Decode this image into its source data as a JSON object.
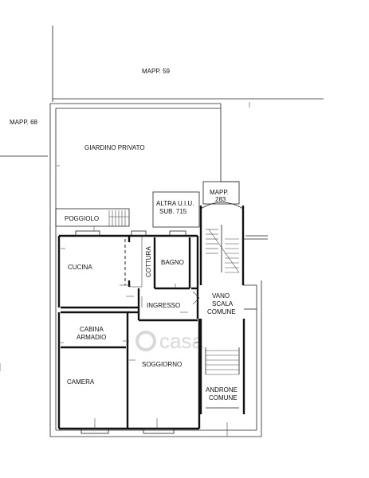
{
  "labels": {
    "mapp59": "MAPP. 59",
    "mapp68": "MAPP. 68",
    "giardino": "GIARDINO PRIVATO",
    "altra1": "ALTRA U.I.U.",
    "altra2": "SUB. 715",
    "mapp283_1": "MAPP.",
    "mapp283_2": "283",
    "poggiolo": "POGGIOLO",
    "cucina": "CUCINA",
    "cottura": "COTTURA",
    "bagno": "BAGNO",
    "ingresso": "INGRESSO",
    "vano1": "VANO",
    "vano2": "SCALA",
    "vano3": "COMUNE",
    "cabina1": "CABINA",
    "cabina2": "ARMADIO",
    "camera": "CAMERA",
    "soggiorno": "SOGGIORNO",
    "androne1": "ANDRONE",
    "androne2": "COMUNE"
  },
  "watermark": "casa",
  "colors": {
    "line": "#111111",
    "watermark": "#d8d8d8"
  }
}
